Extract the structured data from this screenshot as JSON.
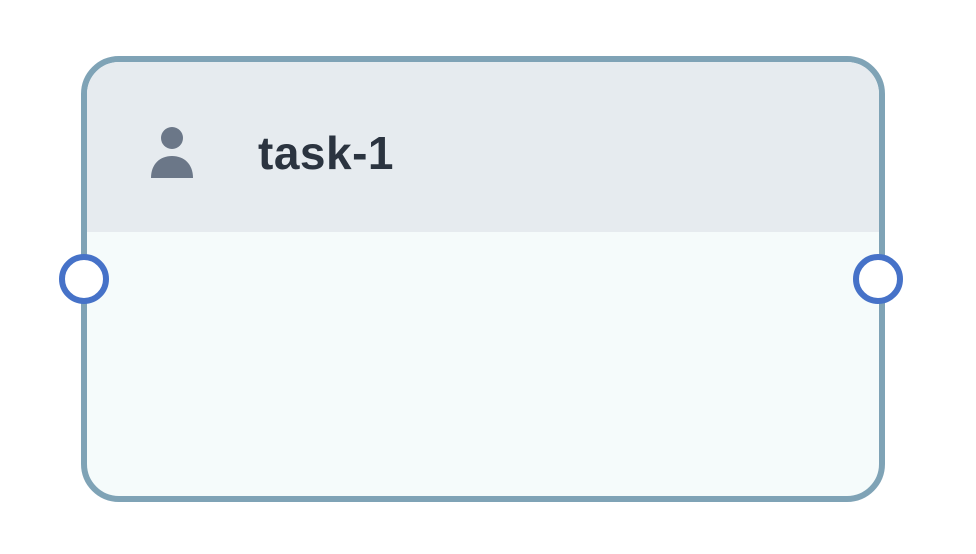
{
  "node": {
    "title": "task-1",
    "icon": "user-icon",
    "colors": {
      "border": "#7fa3b6",
      "header_background": "#e6ebef",
      "body_background": "#f5fbfb",
      "title_text": "#2b3440",
      "icon": "#6b7788",
      "port_border": "#4672c8",
      "port_fill": "#ffffff"
    },
    "ports": [
      {
        "side": "left"
      },
      {
        "side": "right"
      }
    ]
  }
}
